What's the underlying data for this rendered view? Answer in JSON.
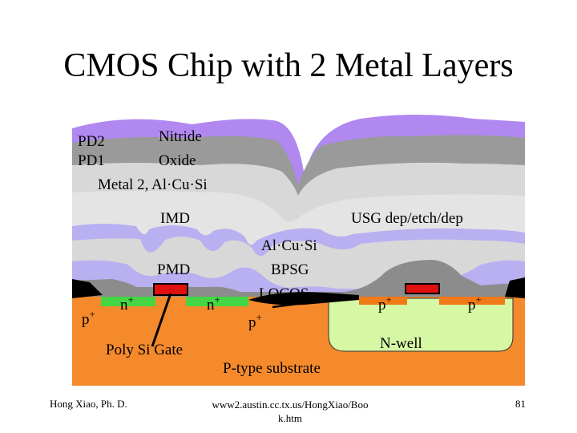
{
  "slide": {
    "title": "CMOS Chip with 2 Metal Layers"
  },
  "diagram": {
    "labels": {
      "pd2": "PD2",
      "nitride": "Nitride",
      "pd1": "PD1",
      "oxide": "Oxide",
      "metal2": "Metal 2, Al·Cu·Si",
      "imd": "IMD",
      "usg": "USG dep/etch/dep",
      "alcusi": "Al·Cu·Si",
      "bpsg": "BPSG",
      "pmd": "PMD",
      "locos": "LOCOS",
      "nplus": "n",
      "pplus": "p",
      "plus": "+",
      "poly_gate": "Poly Si Gate",
      "nwell": "N-well",
      "substrate": "P-type substrate"
    },
    "colors": {
      "substrate": "#f58a2c",
      "nwell": "#d6f7a4",
      "n_diffusion": "#44d644",
      "p_diffusion": "#f07a18",
      "locos": "#000000",
      "poly_gate": "#e01010",
      "pmd": "#8c8c8c",
      "bpsg_liner": "#b8b0f0",
      "metal1": "#d8d8d8",
      "imd": "#b8b0f0",
      "usg": "#e4e4e4",
      "metal2": "#d8d8d8",
      "pd1_oxide": "#9a9a9a",
      "pd2_nitride": "#b088f0"
    }
  },
  "footer": {
    "author": "Hong Xiao, Ph. D.",
    "url_line1": "www2.austin.cc.tx.us/HongXiao/Boo",
    "url_line2": "k.htm",
    "page": "81"
  }
}
